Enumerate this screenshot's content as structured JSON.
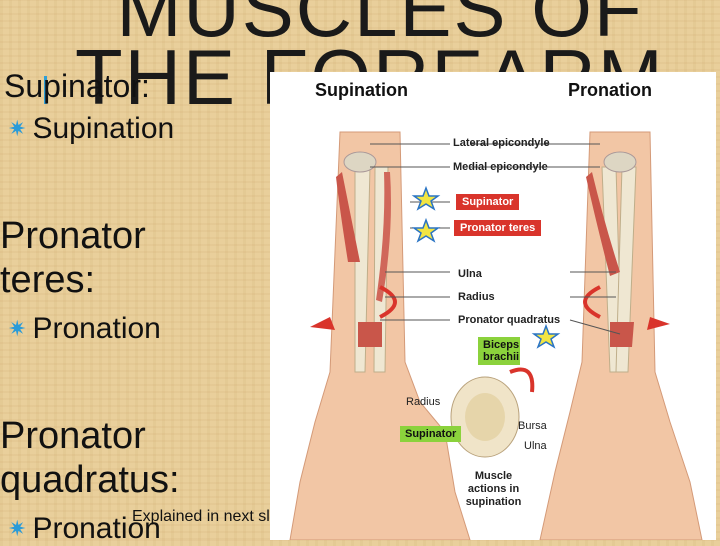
{
  "slide": {
    "title_line1": "MUSCLES OF",
    "title_line2": "THE FOREARM",
    "headings": {
      "supinator": "Supinator:",
      "pronator_teres": "Pronator teres:",
      "pronator_quadratus": "Pronator quadratus:"
    },
    "bullets": {
      "supination": "Supination",
      "pronation_1": "Pronation",
      "pronation_2": "Pronation"
    },
    "note": "Explained in next slide"
  },
  "figure": {
    "left_heading": "Supination",
    "right_heading": "Pronation",
    "labels": {
      "lateral_epicondyle": "Lateral epicondyle",
      "medial_epicondyle": "Medial epicondyle",
      "supinator": "Supinator",
      "pronator_teres": "Pronator teres",
      "ulna": "Ulna",
      "radius": "Radius",
      "pronator_quadratus": "Pronator quadratus",
      "biceps_brachii": "Biceps brachii",
      "radius_2": "Radius",
      "bursa": "Bursa",
      "supinator_2": "Supinator",
      "ulna_2": "Ulna",
      "caption": "Muscle actions in supination"
    }
  },
  "colors": {
    "accent": "#2a9bd8",
    "label_red": "#d9342b",
    "label_green": "#8bd23c",
    "background": "#e9cf9b"
  }
}
